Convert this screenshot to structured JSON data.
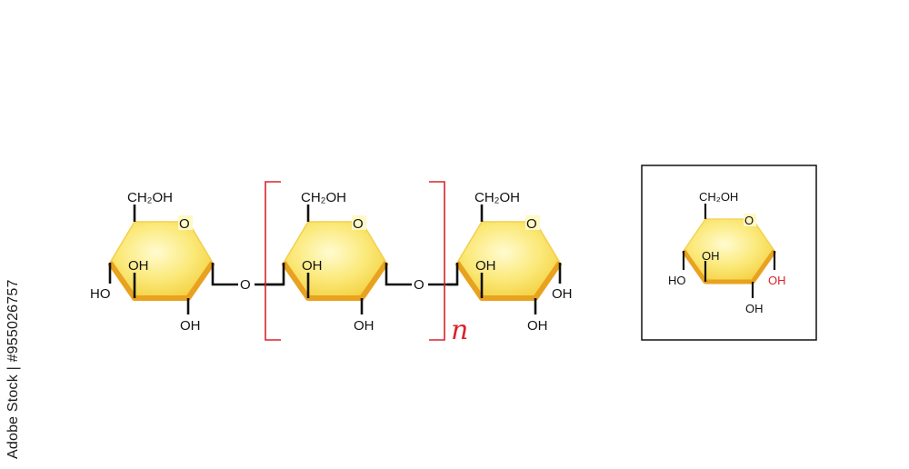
{
  "labels": {
    "ch2oh": "CH₂OH",
    "ring_o": "O",
    "oh": "OH",
    "ho": "HO",
    "bridge_o": "O",
    "repeat": "n"
  },
  "colors": {
    "ring_fill_top": "#fff7a8",
    "ring_fill_bottom": "#f6d84a",
    "ring_edge": "#e8a21f",
    "bracket": "#d9232d",
    "highlight_oh": "#d9232d",
    "bond": "#111111"
  },
  "stock_id": "Adobe Stock | #955026757"
}
